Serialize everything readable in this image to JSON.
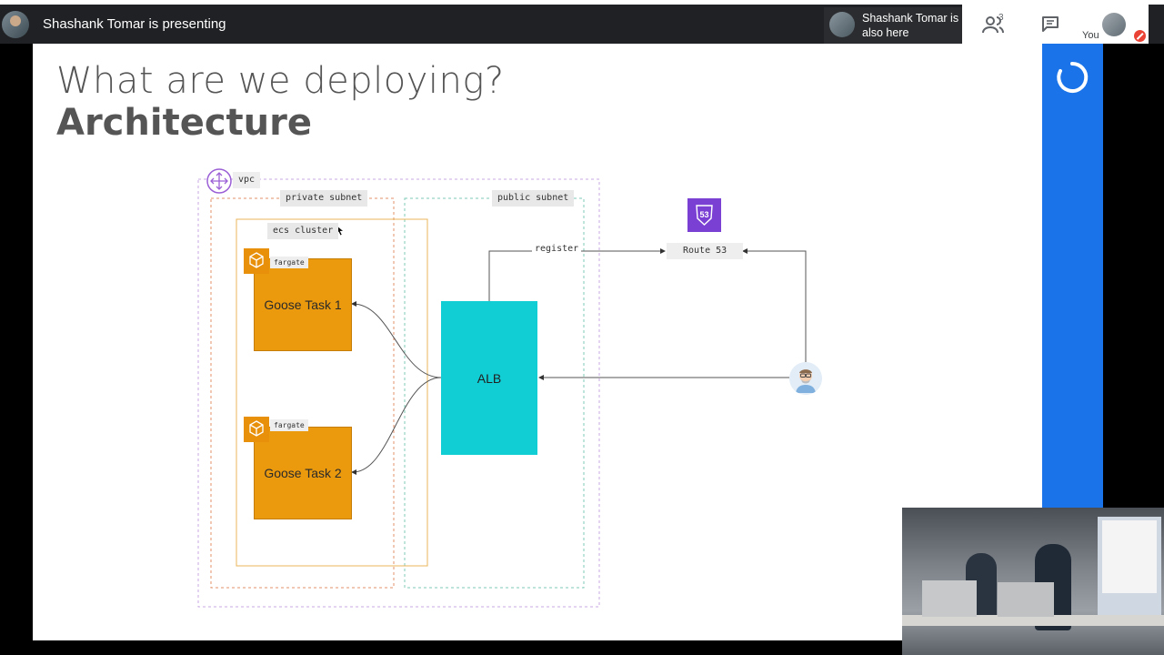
{
  "topbar": {
    "presenting": "Shashank Tomar is presenting",
    "also_here": "Shashank Tomar is also here",
    "people_count": "3",
    "you_label": "You"
  },
  "slide": {
    "title": "What are we deploying?",
    "subtitle": "Architecture"
  },
  "diagram": {
    "vpc_label": "vpc",
    "private_subnet_label": "private subnet",
    "public_subnet_label": "public subnet",
    "ecs_cluster_label": "ecs cluster",
    "fargate_label": "fargate",
    "task1": "Goose Task 1",
    "task2": "Goose Task 2",
    "alb": "ALB",
    "register": "register",
    "route53": "Route 53",
    "route53_badge": "53"
  },
  "colors": {
    "task": "#ec9a0d",
    "alb": "#11cdd4",
    "route53": "#7a3fd3",
    "accent_blue": "#1a73e8"
  },
  "icons": [
    "people-icon",
    "chat-icon",
    "mic-off-icon",
    "vpc-icon",
    "fargate-icon",
    "route53-icon",
    "user-icon",
    "loading-spinner-icon"
  ]
}
